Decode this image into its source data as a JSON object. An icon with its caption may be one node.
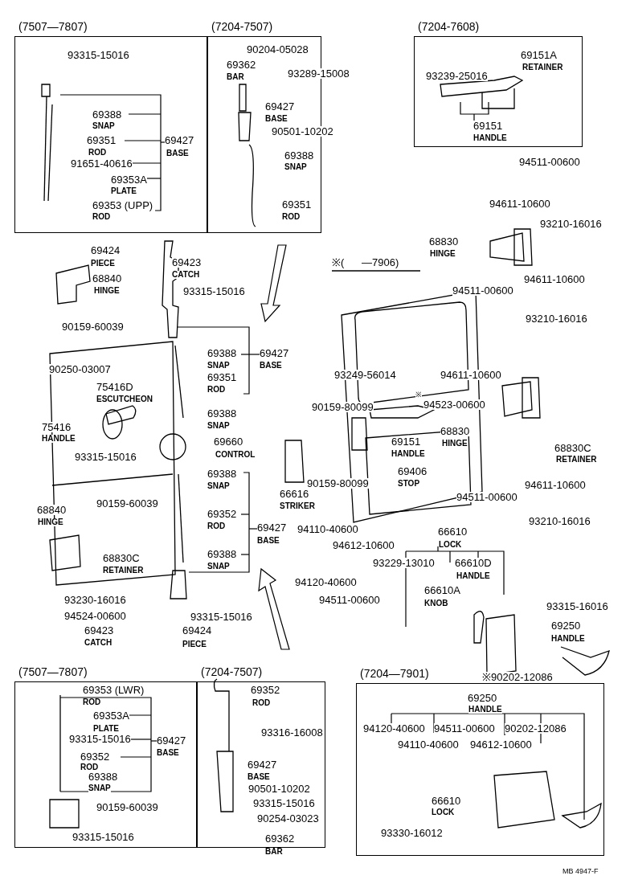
{
  "diagram": {
    "nodes": [
      {
        "text": [
          "(7507—7807)"
        ]
      },
      {
        "text": [
          "(7204-7507)"
        ]
      },
      {
        "text": [
          "(7204-7608)"
        ]
      },
      {
        "text": [
          "(7507—7807)"
        ]
      },
      {
        "text": [
          "(7204-7507)"
        ]
      },
      {
        "text": [
          "(7204—7901)"
        ]
      }
    ],
    "edges": [],
    "labels": [
      "93315-15016",
      "69388",
      "SNAP",
      "69351",
      "ROD",
      "69427",
      "BASE",
      "91651-40616",
      "69353A",
      "PLATE",
      "69353 (UPP)",
      "ROD",
      "90204-05028",
      "69362",
      "BAR",
      "93289-15008",
      "69427",
      "BASE",
      "90501-10202",
      "69388",
      "SNAP",
      "69351",
      "ROD",
      "69151A",
      "RETAINER",
      "93239-25016",
      "69151",
      "HANDLE",
      "94511-00600",
      "94611-10600",
      "93210-16016",
      "68830",
      "HINGE",
      "※(      —7906)",
      "94611-10600",
      "94511-00600",
      "93210-16016",
      "69424",
      "PIECE",
      "69423",
      "CATCH",
      "68840",
      "HINGE",
      "93315-15016",
      "90159-60039",
      "69388",
      "SNAP",
      "69427",
      "BASE",
      "90250-03007",
      "69351",
      "ROD",
      "75416D",
      "ESCUTCHEON",
      "69388",
      "SNAP",
      "75416",
      "HANDLE",
      "69660",
      "CONTROL",
      "93315-15016",
      "69388",
      "SNAP",
      "68840",
      "HINGE",
      "90159-60039",
      "69352",
      "ROD",
      "69427",
      "BASE",
      "68830C",
      "RETAINER",
      "69388",
      "SNAP",
      "93230-16016",
      "94524-00600",
      "93315-15016",
      "69423",
      "CATCH",
      "69424",
      "PIECE",
      "93249-56014",
      "94611-10600",
      "※",
      "94523-00600",
      "90159-80099",
      "68830",
      "HINGE",
      "69151",
      "HANDLE",
      "68830C",
      "RETAINER",
      "90159-80099",
      "69406",
      "STOP",
      "94611-10600",
      "66616",
      "STRIKER",
      "94511-00600",
      "93210-16016",
      "94110-40600",
      "66610",
      "LOCK",
      "94612-10600",
      "93229-13010",
      "66610D",
      "HANDLE",
      "94120-40600",
      "94511-00600",
      "66610A",
      "KNOB",
      "93315-16016",
      "69250",
      "HANDLE",
      "※90202-12086",
      "69353 (LWR)",
      "ROD",
      "69353A",
      "PLATE",
      "93315-15016",
      "69427",
      "BASE",
      "69352",
      "ROD",
      "69388",
      "SNAP",
      "90159-60039",
      "93315-15016",
      "69352",
      "ROD",
      "93316-16008",
      "69427",
      "BASE",
      "90501-10202",
      "93315-15016",
      "90254-03023",
      "69362",
      "BAR",
      "69250",
      "HANDLE",
      "94120-40600",
      "94511-00600",
      "90202-12086",
      "94110-40600",
      "94612-10600",
      "66610",
      "LOCK",
      "93330-16012",
      "MB 4947-F"
    ]
  }
}
